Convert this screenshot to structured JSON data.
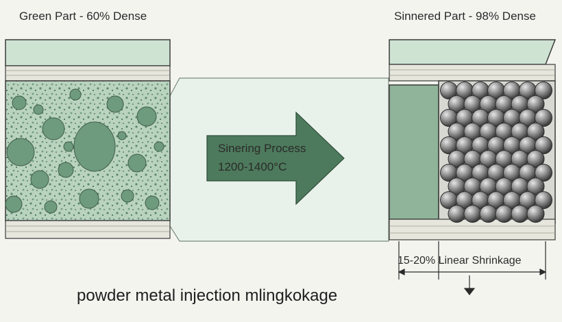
{
  "green_part": {
    "title": "Green Part - 60% Dense"
  },
  "sintered_part": {
    "title": "Sinnered Part - 98% Dense"
  },
  "process": {
    "name": "Sinering Process",
    "temperature": "1200-1400°C"
  },
  "shrinkage": {
    "label": "15-20% Linear Shrinkage"
  },
  "caption": "powder metal injection mlingkokage",
  "colors": {
    "background": "#f4f4ef",
    "green_fill": "#6e9a7e",
    "green_light": "#cfe3d3",
    "arrow": "#4d7a5c",
    "sphere": "#8a8a8a",
    "outline": "#3a3a3a"
  }
}
